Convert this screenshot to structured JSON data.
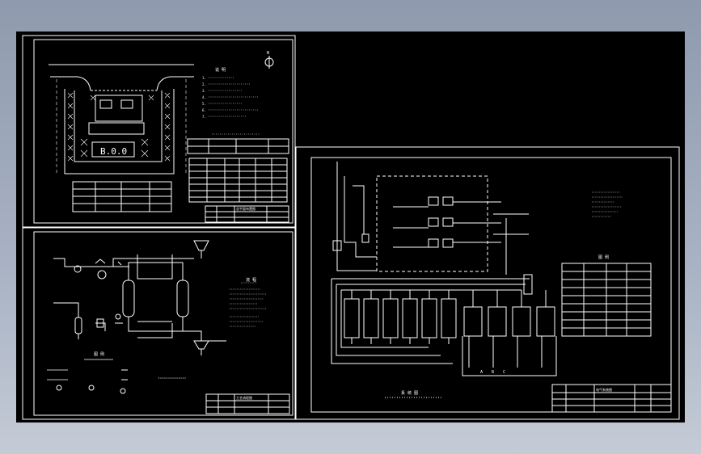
{
  "window": {
    "background_gradient": [
      "#8f9aae",
      "#c4cbd6"
    ],
    "drawing_background": "#000000",
    "line_color": "#ffffff"
  },
  "site_plan": {
    "north_symbol": "N",
    "notes_title": "说 明",
    "notes": [
      "1.",
      "2.",
      "3.",
      "4.",
      "5.",
      "6.",
      "7."
    ],
    "station_sign": "B.0.0"
  },
  "process_flow": {
    "legend_title": "图 例",
    "caption": "流 程"
  },
  "electrical": {
    "legend_title": "图 例",
    "phase_labels": [
      "A",
      "B",
      "C"
    ],
    "caption": "系 统 图"
  },
  "title_blocks": [
    {
      "id": "site",
      "sheet": "总平面布置图"
    },
    {
      "id": "process",
      "sheet": "工艺流程图"
    },
    {
      "id": "electrical",
      "sheet": "电气系统图"
    }
  ]
}
